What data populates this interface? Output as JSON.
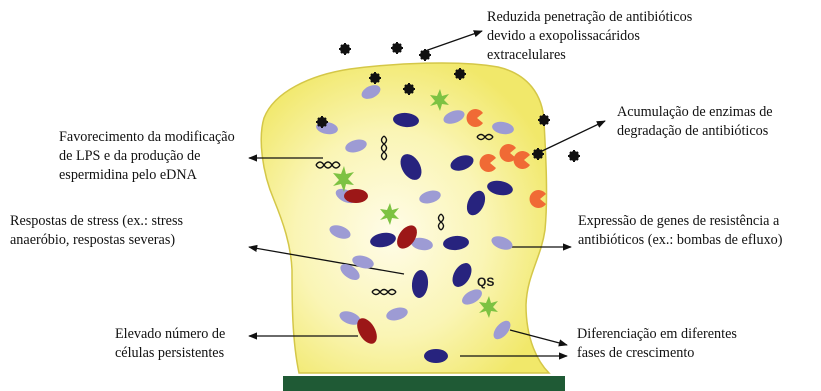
{
  "labels": {
    "penetration": [
      "Reduzida penetração de antibióticos",
      "devido a exopolissacáridos",
      "extracelulares"
    ],
    "enzymes": [
      "Acumulação de enzimas de",
      "degradação de antibióticos"
    ],
    "edna": [
      "Favorecimento da modificação",
      "de LPS e da produção de",
      "espermidina pelo eDNA"
    ],
    "stress": [
      "Respostas de stress (ex.: stress",
      "anaeróbio,  respostas severas)"
    ],
    "resistance": [
      "Expressão de genes de resistência a",
      "antibióticos (ex.: bombas de efluxo)"
    ],
    "persisters": [
      "Elevado número de",
      "células persistentes"
    ],
    "differentiation": [
      "Diferenciação  em diferentes",
      "fases de crescimento"
    ],
    "qs": "QS"
  },
  "colors": {
    "biofilm_fill": "#f5ef7c",
    "biofilm_edge": "#d6c94a",
    "base": "#1f5a35",
    "cell_blue": "#27237e",
    "cell_red": "#9c1717",
    "cell_lavender": "#9d9bd4",
    "enzyme": "#f06a35",
    "qs_molecule": "#7dc242",
    "antibiotic": "#111111"
  }
}
